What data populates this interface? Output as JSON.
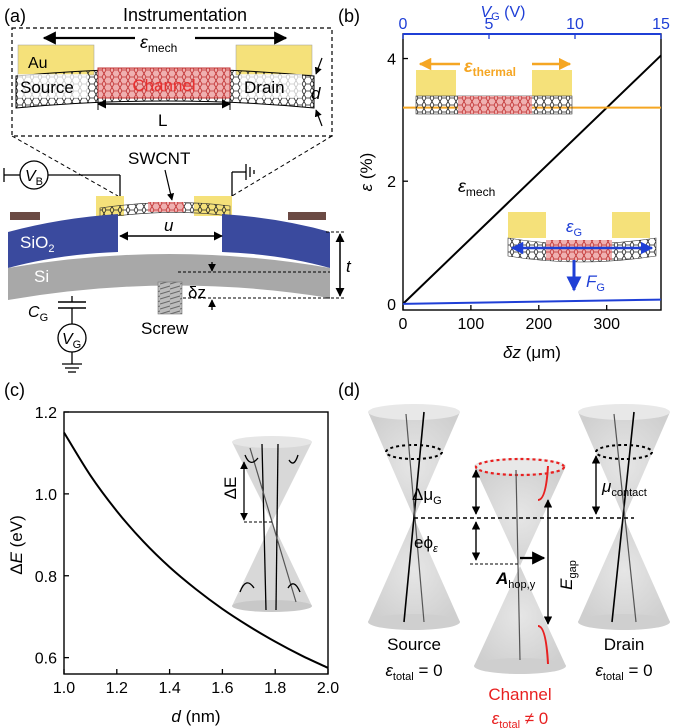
{
  "panel_labels": {
    "a": "(a)",
    "b": "(b)",
    "c": "(c)",
    "d": "(d)"
  },
  "panel_a": {
    "title": "Instrumentation",
    "au": "Au",
    "source": "Source",
    "channel": "Channel",
    "drain": "Drain",
    "eps_mech": "ε",
    "eps_mech_sub": "mech",
    "length": "L",
    "diameter": "d",
    "swcnt": "SWCNT",
    "vb": "V",
    "vb_sub": "B",
    "sio2": "SiO",
    "sio2_sub": "2",
    "si": "Si",
    "gap": "u",
    "thickness": "t",
    "dz": "δz",
    "cg": "C",
    "cg_sub": "G",
    "vg": "V",
    "vg_sub": "G",
    "screw": "Screw",
    "colors": {
      "gold": "#f5e17a",
      "channel": "#e8a0a0",
      "sio2": "#3a4a9e",
      "si": "#a8a8a8",
      "contact": "#6b4a44"
    }
  },
  "panel_b": {
    "eps_thermal": "ε",
    "eps_thermal_sub": "thermal",
    "eps_mech": "ε",
    "eps_mech_sub": "mech",
    "eps_g": "ε",
    "eps_g_sub": "G",
    "fg": "F",
    "fg_sub": "G",
    "colors": {
      "thermal": "#f5a623",
      "mech": "#000000",
      "gate": "#1f3fd6"
    }
  },
  "panel_c": {
    "delta_e_label": "ΔE"
  },
  "panel_d": {
    "dmu_g": "Δμ",
    "dmu_g_sub": "G",
    "mu_contact": "μ",
    "mu_contact_sub": "contact",
    "ephi": "eϕ",
    "ephi_sub": "ε",
    "egap": "E",
    "egap_sub": "gap",
    "ahop": "A",
    "ahop_sub": "hop,y",
    "source": "Source",
    "source_eps": "ε",
    "source_eps_sub": "total",
    "source_eps_val": " = 0",
    "channel": "Channel",
    "channel_eps": "ε",
    "channel_eps_sub": "total",
    "channel_eps_val": " ≠ 0",
    "drain": "Drain",
    "drain_eps": "ε",
    "drain_eps_sub": "total",
    "drain_eps_val": " = 0"
  },
  "chart_data": [
    {
      "type": "line",
      "panel": "b",
      "xlabel": "δz (μm)",
      "ylabel": "ε (%)",
      "x2label": "V_G (V)",
      "xlim": [
        0,
        380
      ],
      "ylim": [
        -0.1,
        4.4
      ],
      "x2lim": [
        0,
        15
      ],
      "xticks": [
        0,
        100,
        200,
        300
      ],
      "yticks": [
        0,
        2,
        4
      ],
      "x2ticks": [
        0,
        5,
        10,
        15
      ],
      "series": [
        {
          "name": "ε_mech",
          "axis": "bottom",
          "color": "#000000",
          "x": [
            0,
            380
          ],
          "y": [
            0.0,
            4.05
          ]
        },
        {
          "name": "ε_thermal",
          "axis": "bottom",
          "color": "#f5a623",
          "x": [
            0,
            380
          ],
          "y": [
            3.2,
            3.2
          ]
        },
        {
          "name": "ε_G",
          "axis": "top",
          "color": "#1f3fd6",
          "x": [
            0,
            15
          ],
          "y": [
            0.0,
            0.07
          ]
        }
      ]
    },
    {
      "type": "line",
      "panel": "c",
      "xlabel": "d (nm)",
      "ylabel": "ΔE (eV)",
      "xlim": [
        1.0,
        2.0
      ],
      "ylim": [
        0.56,
        1.2
      ],
      "xticks": [
        1.0,
        1.2,
        1.4,
        1.6,
        1.8,
        2.0
      ],
      "yticks": [
        0.6,
        0.8,
        1.0,
        1.2
      ],
      "series": [
        {
          "name": "ΔE",
          "color": "#000000",
          "x": [
            1.0,
            1.1,
            1.2,
            1.3,
            1.4,
            1.5,
            1.6,
            1.7,
            1.8,
            1.9,
            2.0
          ],
          "y": [
            1.15,
            1.045,
            0.958,
            0.884,
            0.821,
            0.767,
            0.719,
            0.677,
            0.639,
            0.605,
            0.575
          ]
        }
      ]
    }
  ]
}
